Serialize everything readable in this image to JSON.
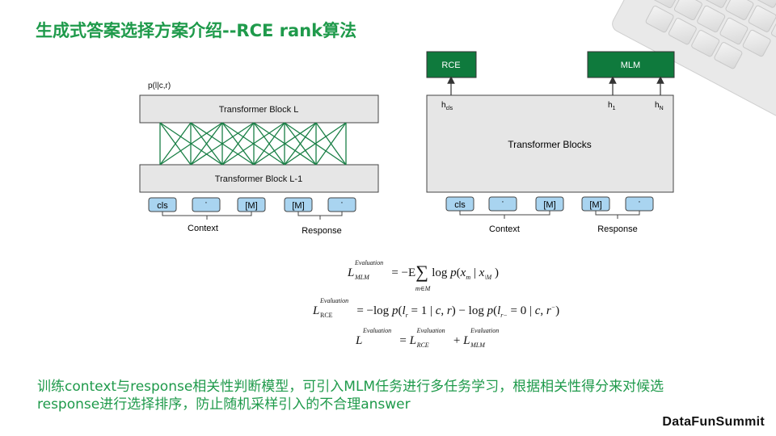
{
  "title": "生成式答案选择方案介绍--RCE rank算法",
  "left_diagram": {
    "prob_label": "p(l|c,r)",
    "block_top": "Transformer Block L",
    "block_bottom": "Transformer Block L-1",
    "tokens": [
      "cls",
      "·",
      "[M]",
      "[M]",
      "·"
    ],
    "context_label": "Context",
    "response_label": "Response"
  },
  "right_diagram": {
    "head_rce": "RCE",
    "head_mlm": "MLM",
    "h_cls": "h",
    "h_cls_sub": "cls",
    "h_1": "h",
    "h_1_sub": "1",
    "h_n": "h",
    "h_n_sub": "N",
    "block": "Transformer Blocks",
    "tokens": [
      "cls",
      "·",
      "[M]",
      "[M]",
      "·"
    ],
    "context_label": "Context",
    "response_label": "Response"
  },
  "formulas": {
    "mlm": "L^Evaluation_MLM = −E Σ_{m∈M} log p(x_m | x_\\M)",
    "rce": "L^Evaluation_RCE = −log p(l_r = 1 | c, r) − log p(l_r− = 0 | c, r−)",
    "total": "L^Evaluation = L^Evaluation_RCE + L^Evaluation_MLM"
  },
  "bottom_text": {
    "line1": "训练context与response相关性判断模型，可引入MLM任务进行多任务学习，根据相关性得分来对候选",
    "line2": "response进行选择排序，防止随机采样引入的不合理answer"
  },
  "brand": "DataFunSummit",
  "colors": {
    "title_green": "#1f9a4b",
    "head_green": "#0f7a3d",
    "block_gray": "#e6e6e6",
    "token_blue": "#a9d4f0",
    "edge_green": "#1a7f46"
  }
}
